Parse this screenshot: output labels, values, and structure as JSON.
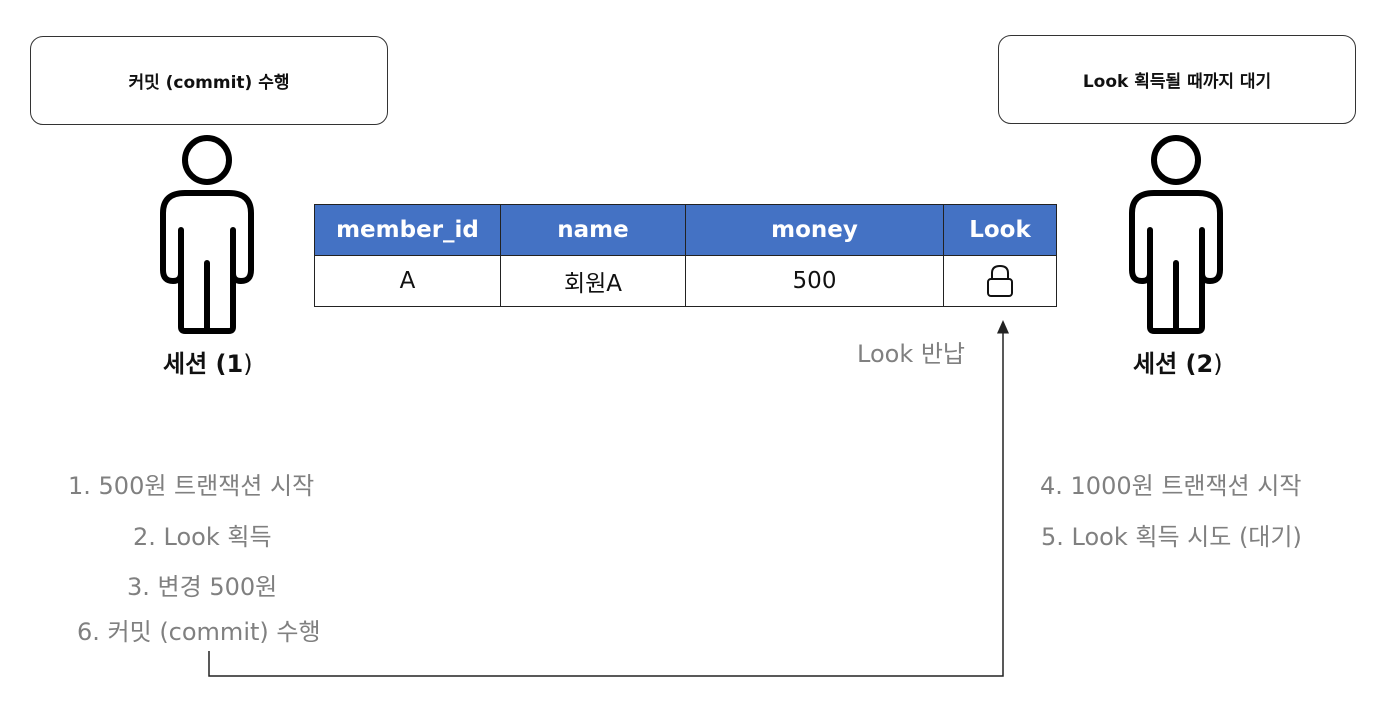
{
  "left_session": {
    "bubble_text": "커밋 (commit) 수행",
    "label_main": "세션 (1",
    "label_end": ")",
    "steps": [
      "1. 500원 트랜잭션 시작",
      "2. Look 획득",
      "3. 변경 500원",
      "6. 커밋 (commit) 수행"
    ]
  },
  "right_session": {
    "bubble_text": "Look 획득될 때까지 대기",
    "label_main": "세션 (2",
    "label_end": ")",
    "steps": [
      "4. 1000원 트랜잭션 시작",
      "5. Look 획득 시도 (대기)"
    ]
  },
  "table": {
    "headers": [
      "member_id",
      "name",
      "money",
      "Look"
    ],
    "row": {
      "member_id": "A",
      "name": "회원A",
      "money": "500",
      "lock_icon": "lock-icon"
    }
  },
  "lock_return_label": "Look 반납",
  "colors": {
    "header_blue": "#4472c4",
    "step_gray": "#808080"
  }
}
